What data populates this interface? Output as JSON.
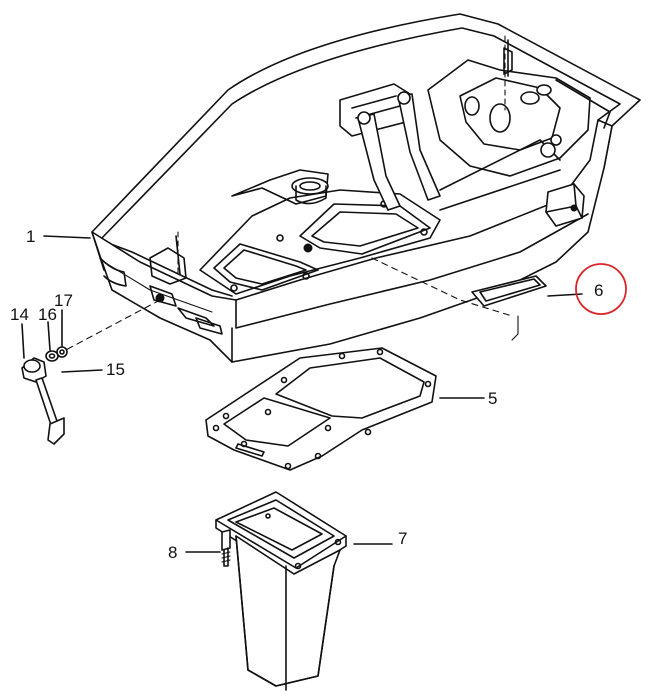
{
  "callouts": [
    {
      "id": "1",
      "text": "1"
    },
    {
      "id": "5",
      "text": "5"
    },
    {
      "id": "6",
      "text": "6",
      "highlighted": true
    },
    {
      "id": "7",
      "text": "7"
    },
    {
      "id": "8",
      "text": "8"
    },
    {
      "id": "14",
      "text": "14"
    },
    {
      "id": "15",
      "text": "15"
    },
    {
      "id": "16",
      "text": "16"
    },
    {
      "id": "17",
      "text": "17"
    }
  ],
  "colors": {
    "line": "#111111",
    "background": "#ffffff",
    "highlight_circle": "#d9262c"
  }
}
